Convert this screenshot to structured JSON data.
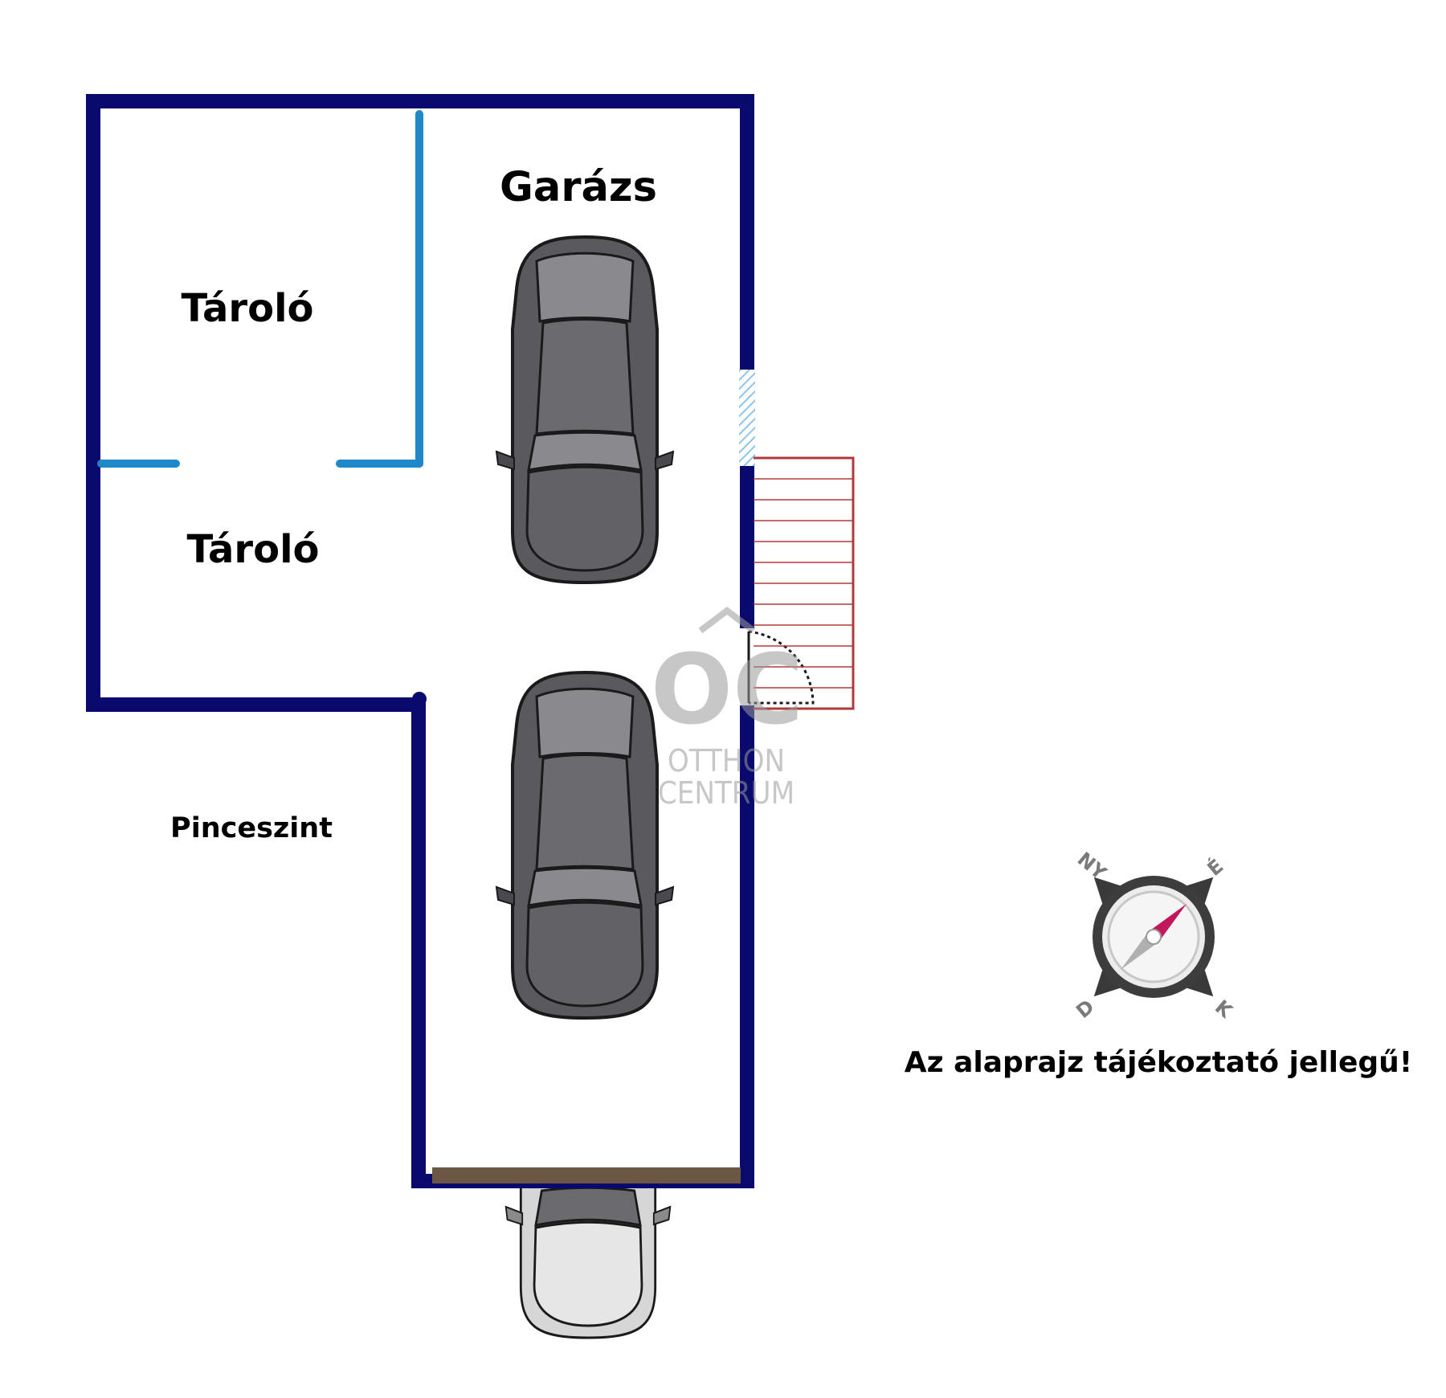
{
  "rooms": {
    "garage": "Garázs",
    "storage_upper": "Tároló",
    "storage_lower": "Tároló"
  },
  "level_label": "Pinceszint",
  "disclaimer": "Az alaprajz tájékoztató jellegű!",
  "compass": {
    "north_west": "NY",
    "north_east": "É",
    "south_west": "D",
    "south_east": "K",
    "needle_color": "#c2185b"
  },
  "watermark": {
    "logo": "OC",
    "line1": "OTTHON",
    "line2": "CENTRUM"
  },
  "colors": {
    "outer_wall": "#0a0a6e",
    "inner_wall": "#1e88c8",
    "garage_door": "#6b5744",
    "stairs": "#b03a3a",
    "window": "#8ec5e8",
    "car_body": "#5a5a5e",
    "car_light": "#d6d6d6"
  }
}
